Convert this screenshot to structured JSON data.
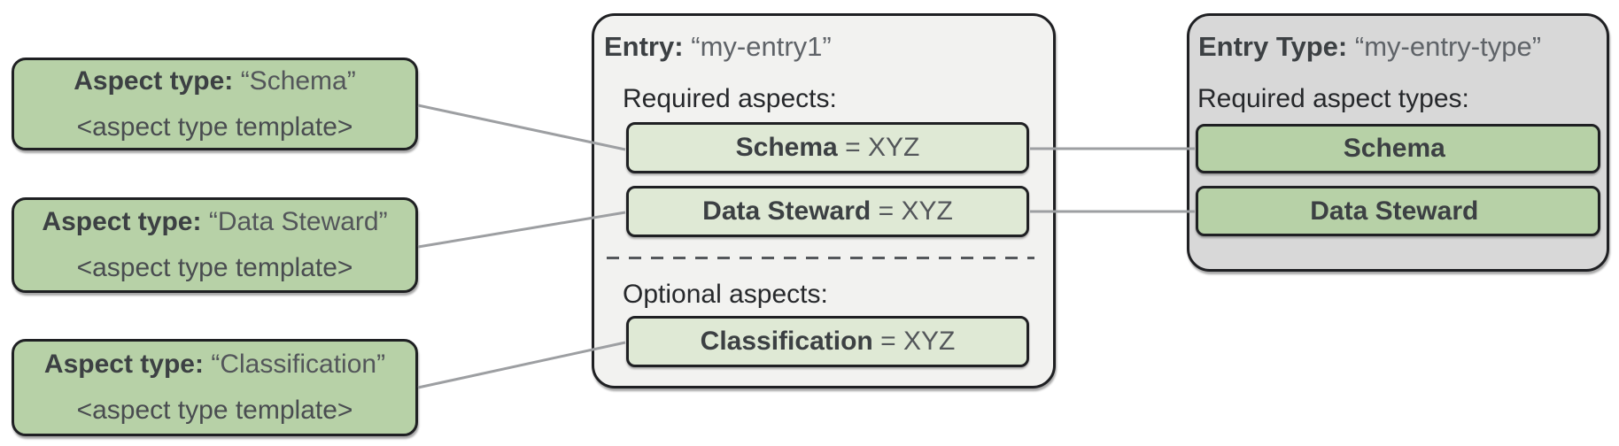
{
  "aspect_types": [
    {
      "label": "Aspect type:",
      "name": "“Schema”",
      "template": "<aspect type template>"
    },
    {
      "label": "Aspect type:",
      "name": "“Data Steward”",
      "template": "<aspect type template>"
    },
    {
      "label": "Aspect type:",
      "name": "“Classification”",
      "template": "<aspect type template>"
    }
  ],
  "entry": {
    "title_label": "Entry:",
    "title_value": "“my-entry1”",
    "required_label": "Required aspects:",
    "required_aspects": [
      {
        "name": "Schema",
        "value": "= XYZ"
      },
      {
        "name": "Data Steward",
        "value": "= XYZ"
      }
    ],
    "optional_label": "Optional aspects:",
    "optional_aspects": [
      {
        "name": "Classification",
        "value": "= XYZ"
      }
    ]
  },
  "entry_type": {
    "title_label": "Entry Type:",
    "title_value": "“my-entry-type”",
    "required_label": "Required aspect types:",
    "required_aspect_types": [
      "Schema",
      "Data Steward"
    ]
  },
  "colors": {
    "aspect_card_green": "#b7d1a7",
    "aspect_pill_green": "#dfe9d5",
    "entry_panel_gray": "#f2f2f0",
    "entry_type_panel_gray": "#d8d8d8",
    "border_dark": "#1f2023",
    "connector_gray": "#9d9fa2",
    "text_primary": "#3c4043",
    "text_secondary": "#5f6368"
  }
}
